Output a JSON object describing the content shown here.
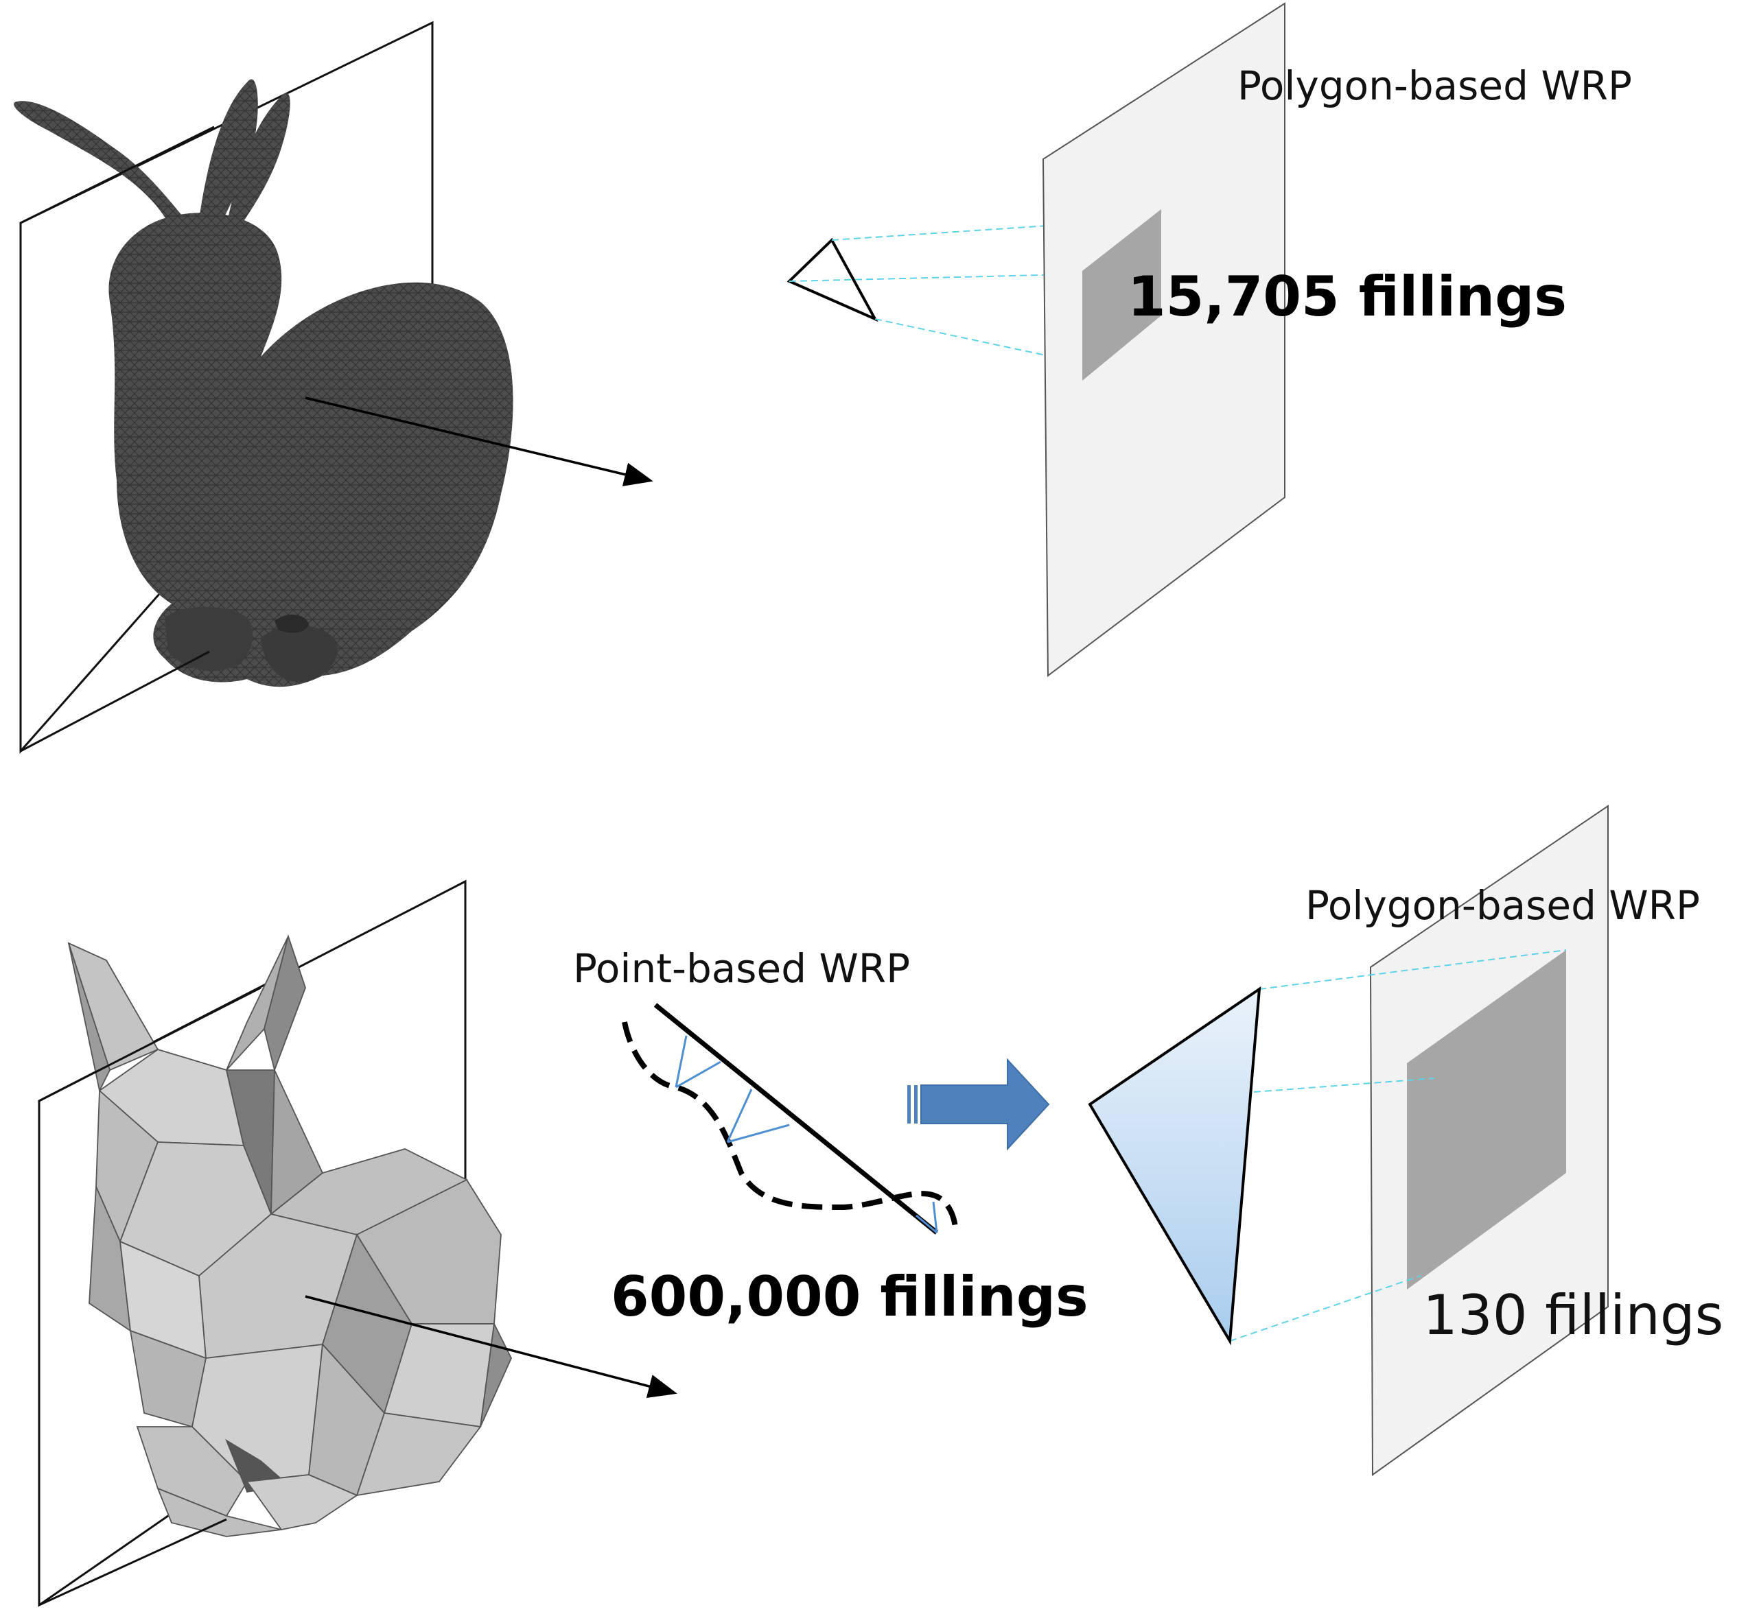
{
  "top": {
    "plane_label": "Polygon-based WRP",
    "fillings_label": "15,705 fillings"
  },
  "bottom": {
    "point_label": "Point-based WRP",
    "point_fillings_label": "600,000 fillings",
    "plane_label": "Polygon-based WRP",
    "polygon_fillings_label": "130 fillings"
  },
  "colors": {
    "mesh_dark": "#4a4a4a",
    "mesh_light": "#c8c8c8",
    "wrp_plane": "#f2f2f2",
    "projection": "#a6a6a6",
    "guide": "#5fd3e6",
    "transfer_arrow": "#4f81bd",
    "triangle_top": "#eaf2fa",
    "triangle_bottom": "#a9cdee"
  }
}
